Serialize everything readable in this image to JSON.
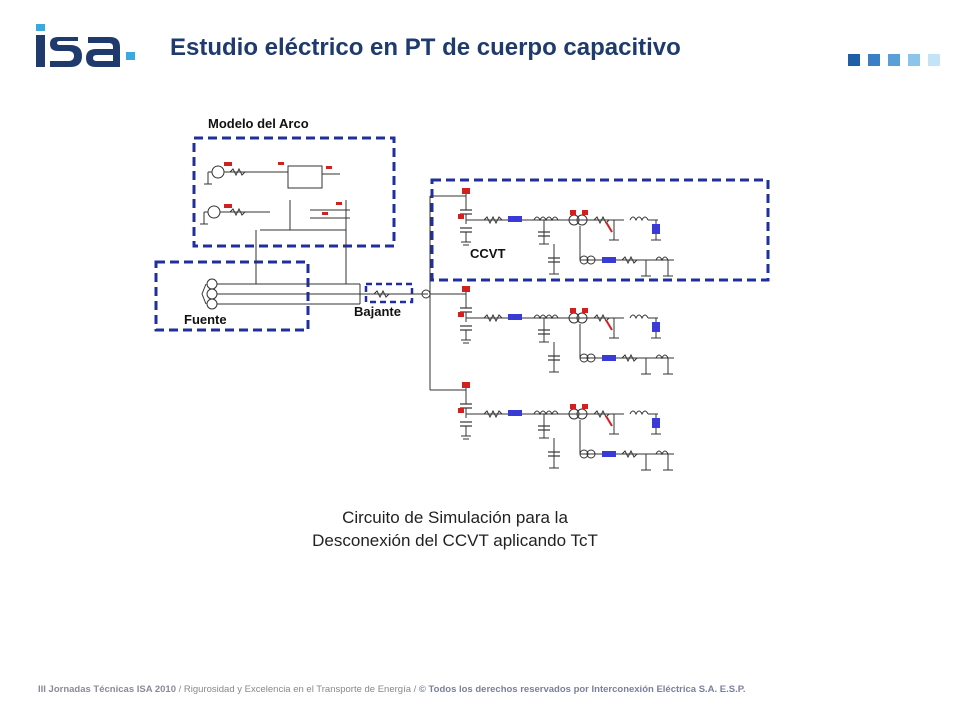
{
  "header": {
    "logo_text": "isa",
    "title": "Estudio eléctrico en PT de cuerpo capacitivo"
  },
  "diagram": {
    "labels": {
      "arc_model": "Modelo del Arco",
      "source": "Fuente",
      "downlead": "Bajante",
      "ccvt": "CCVT"
    }
  },
  "caption": {
    "line1": "Circuito de Simulación para la",
    "line2": "Desconexión del CCVT aplicando TcT"
  },
  "footer": {
    "event": "III Jornadas Técnicas ISA 2010",
    "slogan": " / Rigurosidad y Excelencia en el Transporte de Energía / ",
    "rights": "© Todos los derechos reservados por Interconexión Eléctrica S.A. E.S.P."
  },
  "colors": {
    "brand_dark": "#1f3b6e",
    "brand_light": "#3aa9e0",
    "dash_blue": "#1f2f9e"
  }
}
